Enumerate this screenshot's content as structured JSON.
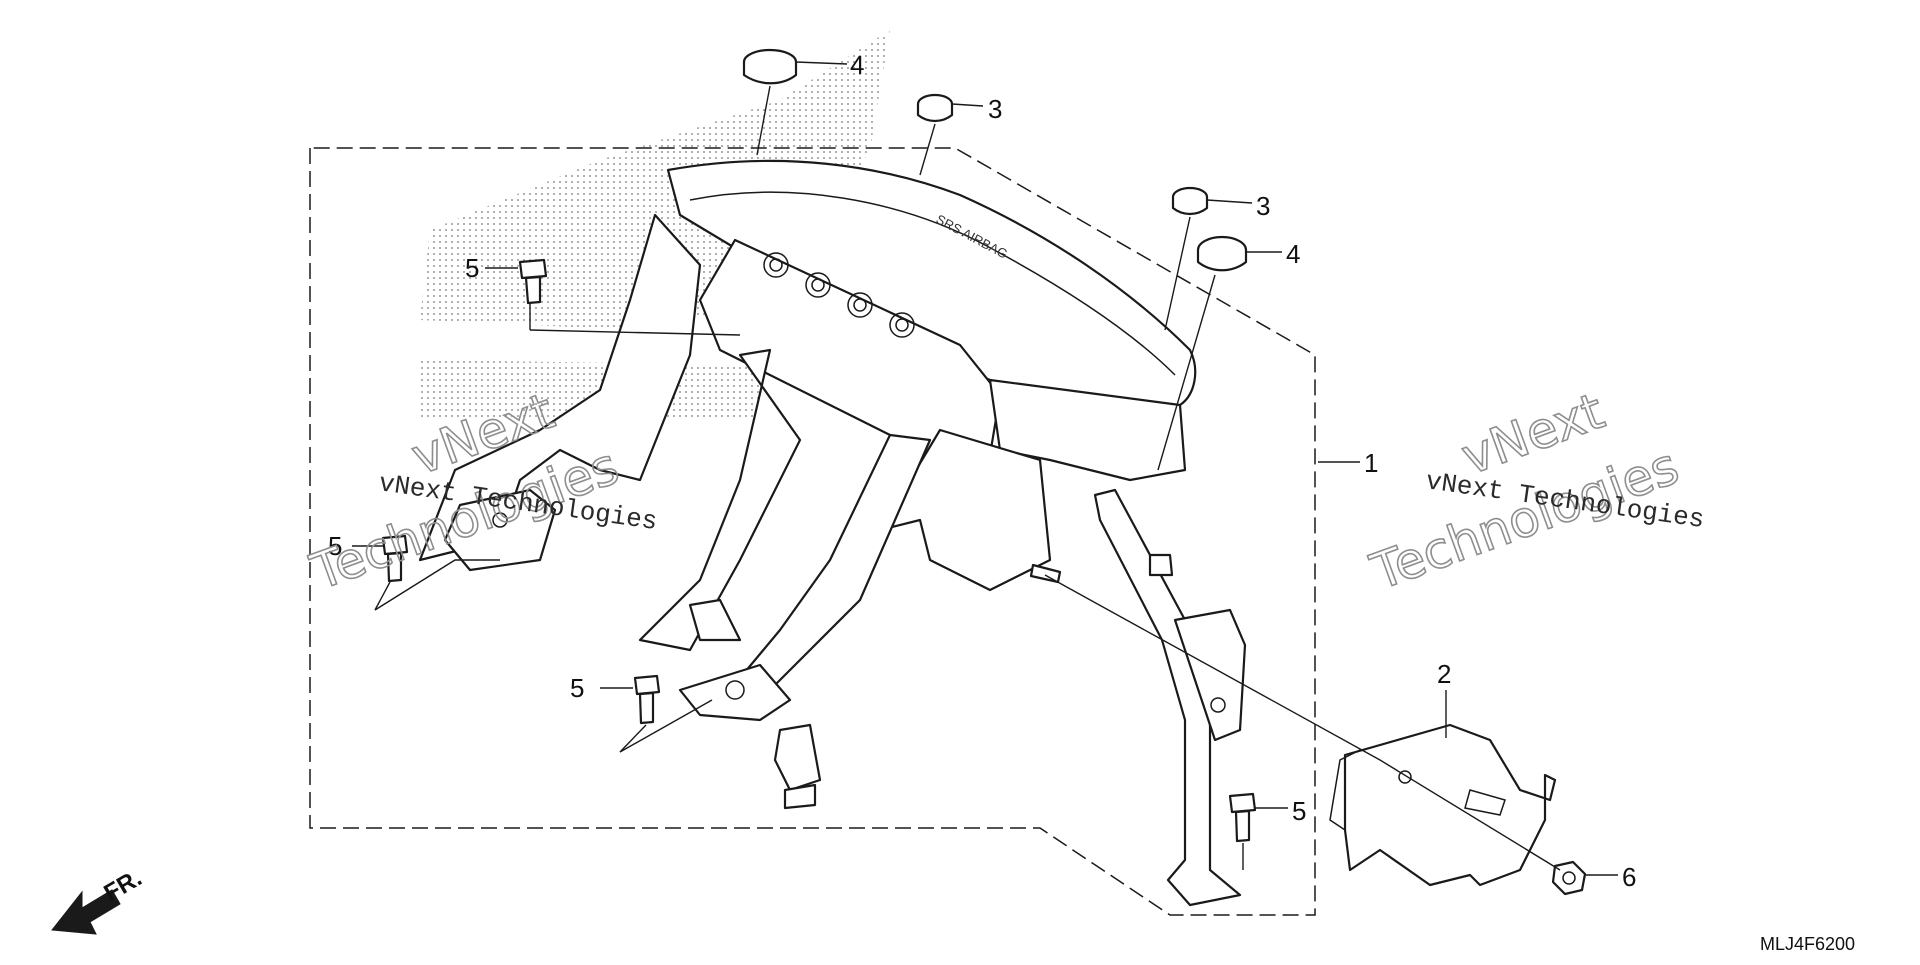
{
  "diagram": {
    "callouts": [
      {
        "id": "c4a",
        "label": "4"
      },
      {
        "id": "c3a",
        "label": "3"
      },
      {
        "id": "c3b",
        "label": "3"
      },
      {
        "id": "c4b",
        "label": "4"
      },
      {
        "id": "c5a",
        "label": "5"
      },
      {
        "id": "c5b",
        "label": "5"
      },
      {
        "id": "c5c",
        "label": "5"
      },
      {
        "id": "c5d",
        "label": "5"
      },
      {
        "id": "c1",
        "label": "1"
      },
      {
        "id": "c2",
        "label": "2"
      },
      {
        "id": "c6",
        "label": "6"
      }
    ],
    "front_arrow_label": "FR.",
    "drawing_code": "MLJ4F6200",
    "airbag_marking": "SRS AIRBAG"
  },
  "watermark": {
    "small_text": "vNext Technologies",
    "big_line1": "vNext",
    "big_line2": "Technologies"
  },
  "colors": {
    "line": "#1a1a1a",
    "stipple": "#9a9a9a",
    "watermark_outline": "#8e8e8e"
  }
}
